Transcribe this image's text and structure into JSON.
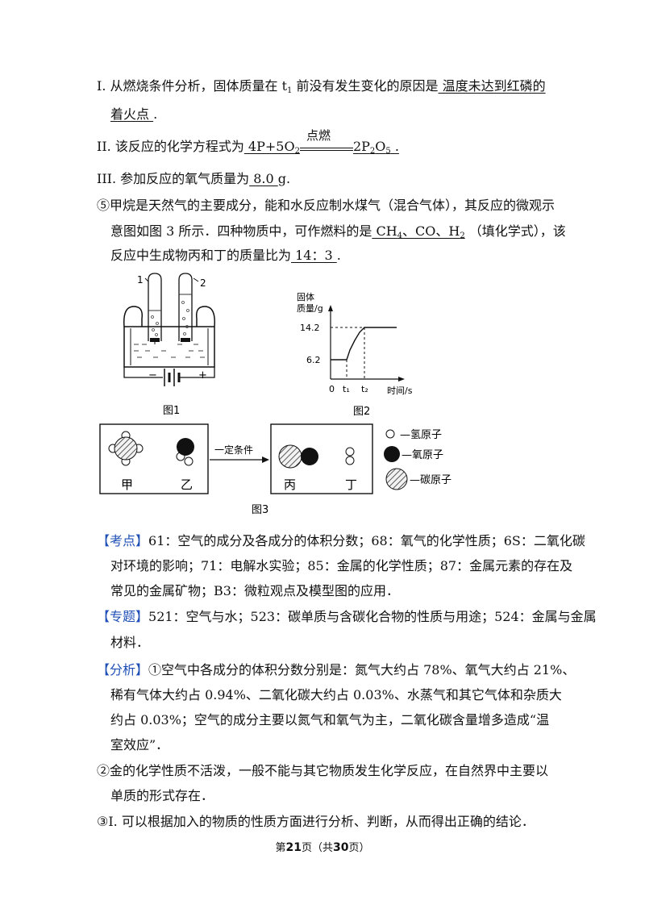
{
  "q1": {
    "prefix": "I. 从燃烧条件分析，固体质量在 t",
    "t_sub": "1",
    "mid": " 前没有发生变化的原因是",
    "answer1": "  温度未达到红磷的",
    "answer2": "着火点  ",
    "end": "."
  },
  "q2": {
    "prefix": "II.  该反应的化学方程式为",
    "lhs": "  4P+5O",
    "lhs_sub": "2",
    "condition": "点燃",
    "rhs": "2P",
    "rhs_sub1": "2",
    "rhs_mid": "O",
    "rhs_sub2": "5",
    "end": "  ."
  },
  "q3": {
    "prefix": "III.  参加反应的氧气质量为",
    "answer": "  8.0  ",
    "end": " g."
  },
  "q5": {
    "line1": "⑤甲烷是天然气的主要成分，能和水反应制水煤气（混合气体），其反应的微观示",
    "line2_prefix": "意图如图 3 所示．四种物质中，可作燃料的是",
    "ans_a": "  CH",
    "ans_a_sub": "4",
    "ans_b": "、CO、H",
    "ans_b_sub": "2",
    "line2_suffix": "  （填化学式），该",
    "line3_prefix": "反应中生成物丙和丁的质量比为",
    "ratio": "  14：3  ",
    "line3_end": "."
  },
  "fig1": {
    "tube1": "1",
    "tube2": "2",
    "minus": "−",
    "plus": "+",
    "caption": "图1"
  },
  "fig2": {
    "ylabel1": "固体",
    "ylabel2": "质量/g",
    "y_high": "14.2",
    "y_low": "6.2",
    "x0": "0",
    "t1": "t₁",
    "t2": "t₂",
    "xlabel": "时间/s",
    "caption": "图2"
  },
  "fig3": {
    "condition": "一定条件",
    "jia": "甲",
    "yi": "乙",
    "bing": "丙",
    "ding": "丁",
    "legend_h": "—氢原子",
    "legend_o": "—氧原子",
    "legend_c": "—碳原子",
    "caption": "图3"
  },
  "kaodian": {
    "tag": "【考点】",
    "l1": "61：空气的成分及各成分的体积分数；68：氧气的化学性质；6S：二氧化碳",
    "l2": "对环境的影响；71：电解水实验；85：金属的化学性质；87：金属元素的存在及",
    "l3": "常见的金属矿物；B3：微粒观点及模型图的应用．"
  },
  "zhuanti": {
    "tag": "【专题】",
    "l1": "521：空气与水；523：碳单质与含碳化合物的性质与用途；524：金属与金属",
    "l2": "材料．"
  },
  "fenxi": {
    "tag": "【分析】",
    "l1": "①空气中各成分的体积分数分别是：氮气大约占 78%、氧气大约占 21%、",
    "l2": "稀有气体大约占 0.94%、二氧化碳大约占 0.03%、水蒸气和其它气体和杂质大",
    "l3": "约占 0.03%；空气的成分主要以氮气和氧气为主，二氧化碳含量增多造成“温",
    "l4": "室效应”．",
    "l5": "②金的化学性质不活泼，一般不能与其它物质发生化学反应，在自然界中主要以",
    "l6": "单质的形式存在．",
    "l7": "③I.  可以根据加入的物质的性质方面进行分析、判断，从而得出正确的结论．"
  },
  "footer": {
    "pre": "第",
    "page": "21",
    "mid": "页（共",
    "total": "30",
    "post": "页）"
  }
}
